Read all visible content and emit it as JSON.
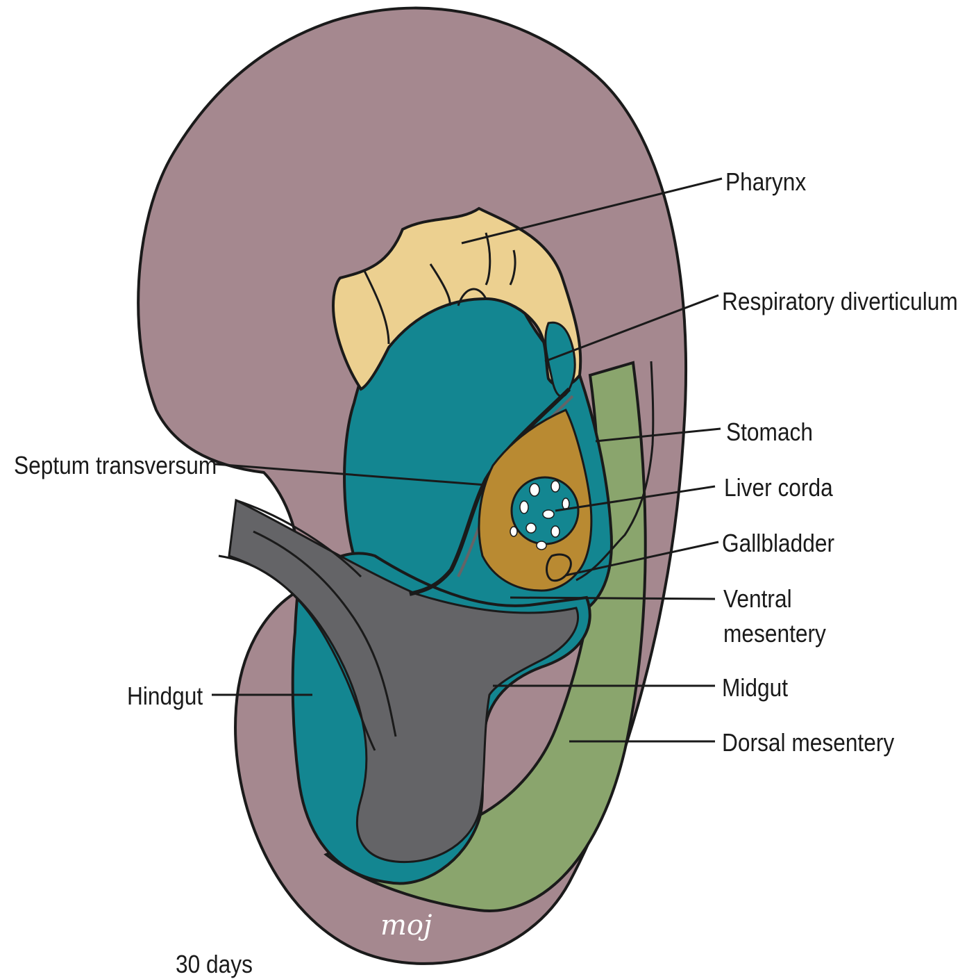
{
  "colors": {
    "body": "#a5888f",
    "foregut_and_gut": "#138691",
    "pharynx": "#ecd090",
    "liver": "#b98a32",
    "dorsal_mesentery": "#8aa56d",
    "gut_lumen": "#646467",
    "outline": "#1a1a1a"
  },
  "labels": {
    "pharynx": "Pharynx",
    "respiratory_diverticulum": "Respiratory diverticulum",
    "stomach": "Stomach",
    "liver_cords": "Liver corda",
    "gallbladder": "Gallbladder",
    "ventral_mesentery_line1": "Ventral",
    "ventral_mesentery_line2": "mesentery",
    "midgut": "Midgut",
    "dorsal_mesentery": "Dorsal mesentery",
    "septum_transversum": "Septum transversum",
    "hindgut": "Hindgut"
  },
  "caption": "30 days",
  "signature": "moj"
}
